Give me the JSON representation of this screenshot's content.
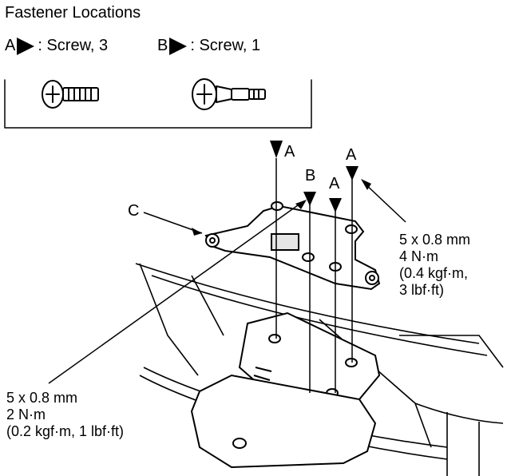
{
  "title": "Fastener Locations",
  "legend": [
    {
      "letter": "A",
      "text": ": Screw, 3"
    },
    {
      "letter": "B",
      "text": ": Screw, 1"
    }
  ],
  "labels": {
    "a1": "A",
    "a2": "A",
    "a3": "A",
    "b": "B",
    "c": "C"
  },
  "callouts": {
    "right": [
      "5 x 0.8 mm",
      "4 N·m",
      "(0.4 kgf·m,",
      "3 lbf·ft)"
    ],
    "left": [
      "5 x 0.8 mm",
      "2 N·m",
      "(0.2 kgf·m, 1 lbf·ft)"
    ]
  }
}
